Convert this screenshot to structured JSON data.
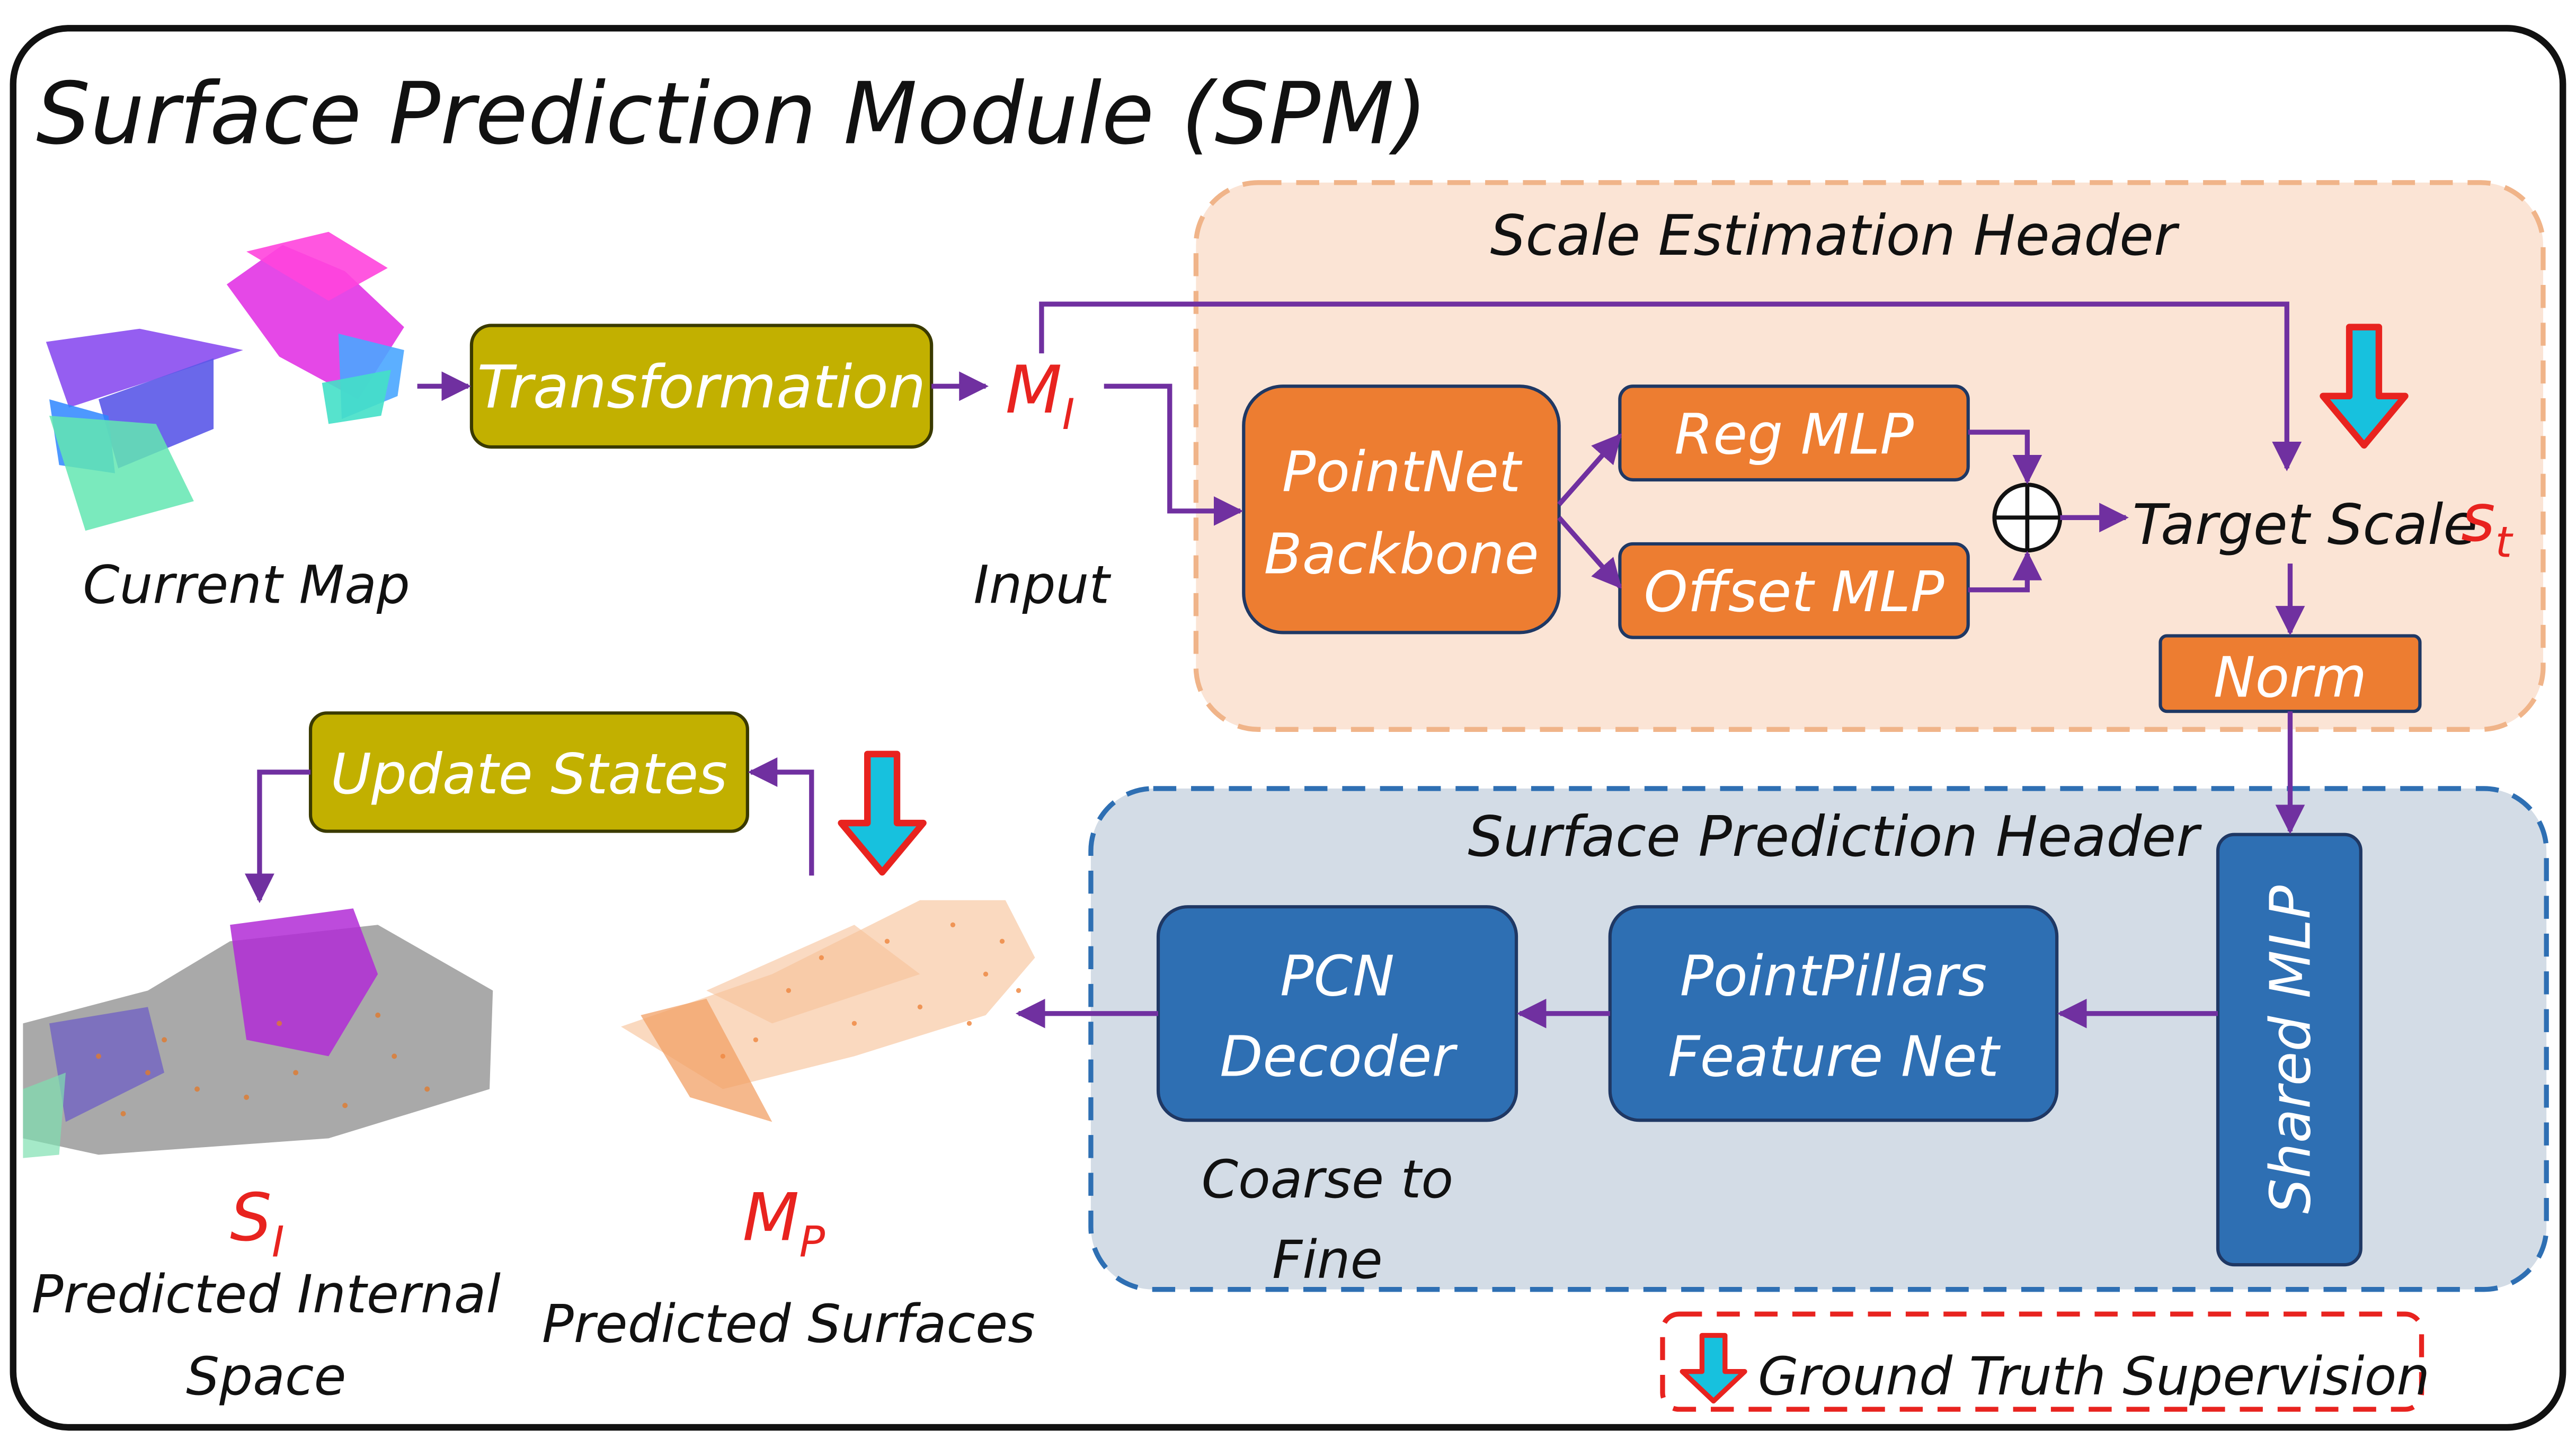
{
  "title": "Surface Prediction Module (SPM)",
  "left": {
    "current_map": "Current Map",
    "transformation": "Transformation",
    "input_symbol": "M",
    "input_sub": "I",
    "input_label": "Input"
  },
  "scale_header": {
    "title": "Scale Estimation Header",
    "backbone_line1": "PointNet",
    "backbone_line2": "Backbone",
    "reg_mlp": "Reg MLP",
    "offset_mlp": "Offset MLP",
    "target_scale": "Target Scale",
    "target_symbol": "s",
    "target_sub": "t",
    "norm": "Norm"
  },
  "surface_header": {
    "title": "Surface Prediction Header",
    "shared_mlp": "Shared MLP",
    "pointpillars_line1": "PointPillars",
    "pointpillars_line2": "Feature Net",
    "pcn_line1": "PCN",
    "pcn_line2": "Decoder",
    "coarse_line1": "Coarse to",
    "coarse_line2": "Fine"
  },
  "bottom": {
    "update_states": "Update States",
    "si_symbol": "S",
    "si_sub": "I",
    "si_line1": "Predicted Internal",
    "si_line2": "Space",
    "mp_symbol": "M",
    "mp_sub": "P",
    "mp_label": "Predicted Surfaces"
  },
  "legend": {
    "text": "Ground Truth Supervision"
  },
  "colors": {
    "arrow": "#7030a0",
    "olive_box": "#c2b000",
    "orange_box": "#ed7d31",
    "blue_box": "#2e6fb3",
    "scale_panel": "#fbe4d5",
    "surface_panel": "#d3dce6",
    "symbol_red": "#e8231f",
    "gt_arrow_fill": "#17c1de"
  }
}
